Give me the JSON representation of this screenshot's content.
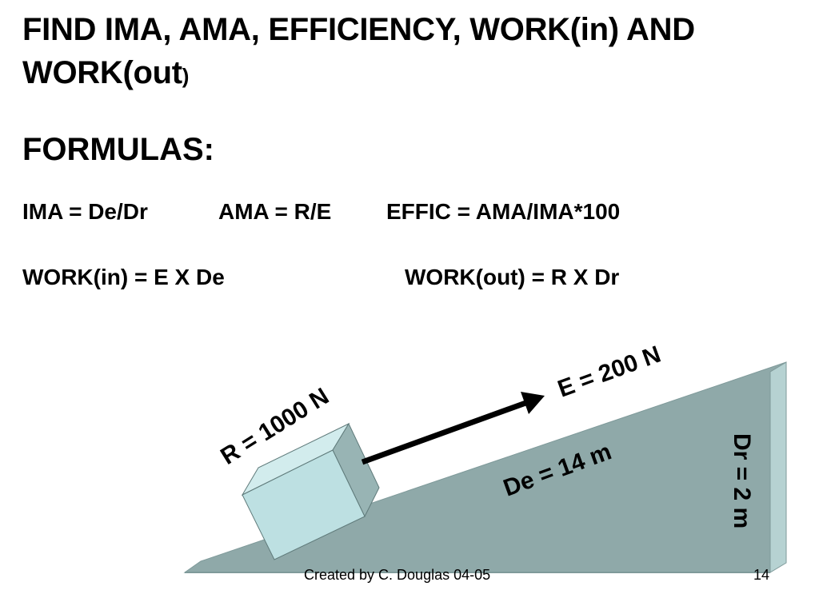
{
  "slide": {
    "title_main": "FIND IMA, AMA, EFFICIENCY, WORK(in) AND WORK(out",
    "title_paren": ")",
    "formulas_heading": "FORMULAS:",
    "formulas": {
      "ima": "IMA = De/Dr",
      "ama": "AMA = R/E",
      "effic": "EFFIC = AMA/IMA*100",
      "work_in": "WORK(in) = E X De",
      "work_out": "WORK(out) = R X Dr"
    },
    "footer": {
      "credit": "Created by C. Douglas  04-05",
      "page_number": "14"
    }
  },
  "diagram": {
    "labels": {
      "resistance": "R = 1000 N",
      "effort": "E = 200 N",
      "effort_distance": "De = 14 m",
      "resistance_distance": "Dr = 2 m"
    },
    "colors": {
      "ramp_top": "#8fa9a9",
      "ramp_side": "#b6d2d2",
      "ramp_edge": "#7f9a9a",
      "box_front": "#bde0e2",
      "box_top": "#d2eced",
      "box_side": "#98b4b4",
      "arrow": "#000000"
    }
  }
}
